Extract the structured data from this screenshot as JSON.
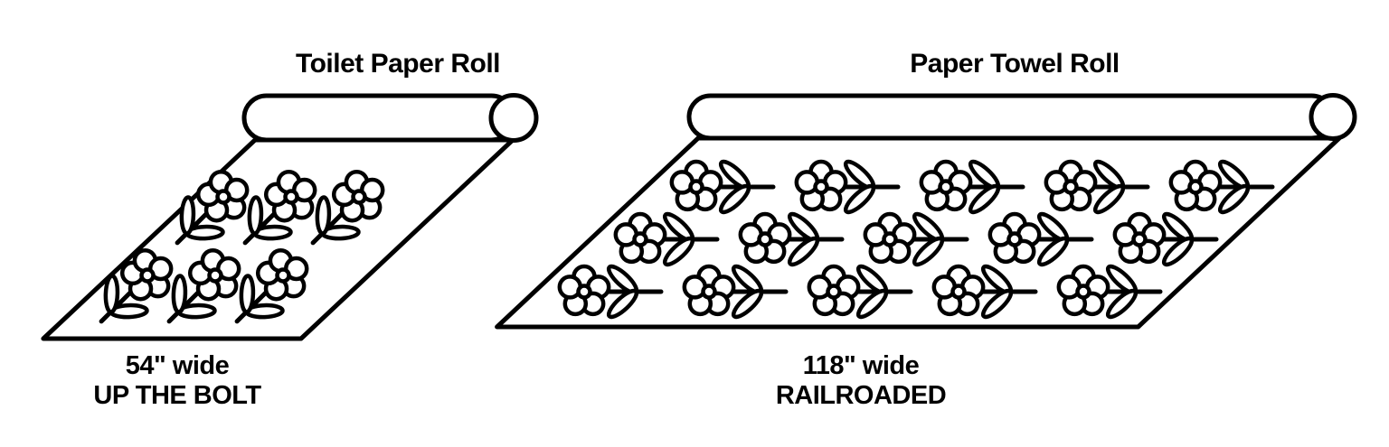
{
  "canvas": {
    "paper_color": "#ffffff",
    "line_color": "#000000"
  },
  "diagrams": [
    {
      "id": "toilet-paper-roll",
      "title": "Toilet Paper Roll",
      "width_label": "54\" wide",
      "orientation_label": "UP THE BOLT",
      "pattern": {
        "motif": "flower",
        "rows": 2,
        "columns": 3,
        "flower_count": 6,
        "stem_direction": "down-left"
      }
    },
    {
      "id": "paper-towel-roll",
      "title": "Paper Towel Roll",
      "width_label": "118\" wide",
      "orientation_label": "RAILROADED",
      "pattern": {
        "motif": "flower",
        "rows": 3,
        "columns": 5,
        "flower_count": 15,
        "stem_direction": "right"
      }
    }
  ]
}
